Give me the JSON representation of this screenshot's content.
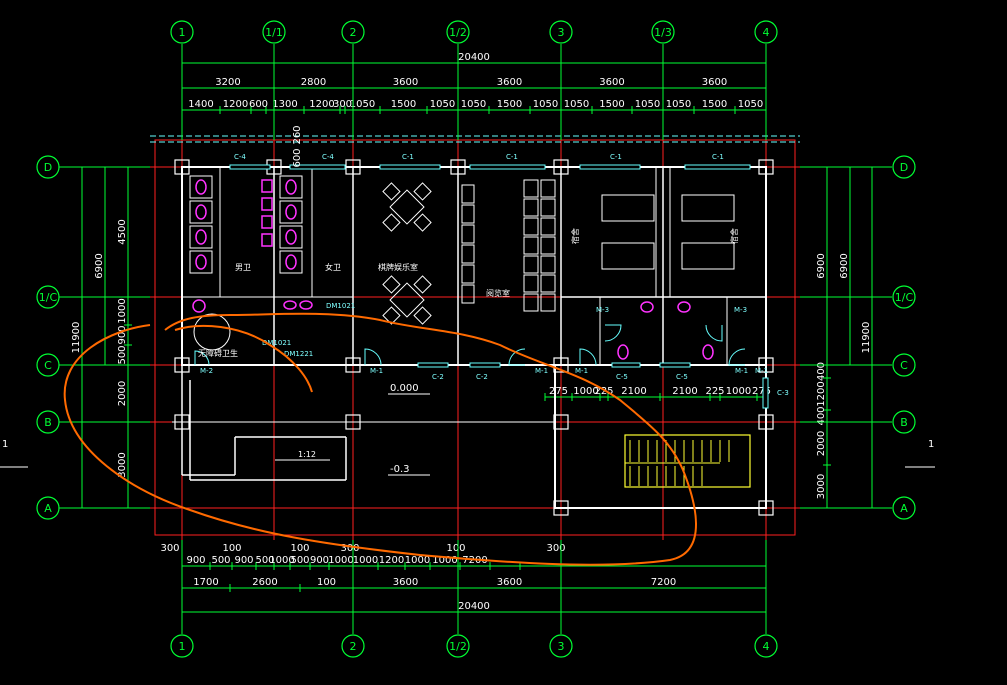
{
  "axes": {
    "top": [
      "1",
      "1/1",
      "2",
      "1/2",
      "3",
      "1/3",
      "4"
    ],
    "bottom": [
      "1",
      "2",
      "1/2",
      "3",
      "4"
    ],
    "sides": [
      "D",
      "1/C",
      "C",
      "B",
      "A"
    ]
  },
  "section_mark": "1",
  "top_dims": {
    "total": "20400",
    "row1": [
      "3200",
      "2800",
      "3600",
      "3600",
      "3600",
      "3600"
    ],
    "row2": [
      "1400",
      "1200",
      "600",
      "1300",
      "1200",
      "300",
      "1050",
      "1500",
      "1050",
      "1050",
      "1500",
      "1050",
      "1050",
      "1500",
      "1050",
      "1050",
      "1500",
      "1050"
    ]
  },
  "bottom_dims": {
    "total": "20400",
    "row_a": [
      "300",
      "100",
      "100",
      "300",
      "100",
      "300"
    ],
    "row_b": [
      "900",
      "500",
      "900",
      "500",
      "1000",
      "500",
      "900",
      "1000",
      "1000",
      "1200",
      "1000",
      "1000",
      "7200"
    ],
    "row_c": [
      "1700",
      "2600",
      "100",
      "3600",
      "3600",
      "7200"
    ]
  },
  "left_dims": {
    "outer": [
      "6900",
      "11900"
    ],
    "inner": [
      "4500",
      "1000",
      "900",
      "500",
      "2000",
      "3000"
    ]
  },
  "right_dims": {
    "outer": [
      "6900",
      "11900"
    ],
    "inner": [
      "6900",
      "400",
      "1200",
      "400",
      "2000",
      "3000"
    ]
  },
  "rooms": {
    "male_wc": "男卫",
    "female_wc": "女卫",
    "chess_room": "棋牌娱乐室",
    "reading_room": "阅览室",
    "dorm_left": "宿舍",
    "dorm_right": "宿舍",
    "cleaning": "无障碍卫生",
    "dim_260": "260",
    "dim_600": "600"
  },
  "door_labels": [
    "DM1021",
    "DM1221",
    "DM1021",
    "M-2",
    "M-1",
    "M-1",
    "M-1",
    "M-3",
    "M-3",
    "M-1",
    "M-1"
  ],
  "window_labels": [
    "C-4",
    "C-4",
    "C-1",
    "C-1",
    "C-1",
    "C-1",
    "C-2",
    "C-2",
    "C-5",
    "C-5",
    "C-3"
  ],
  "mid_dims": [
    "275",
    "1000",
    "225",
    "2100",
    "2100",
    "225",
    "1000",
    "275"
  ],
  "levels": [
    "0.000",
    "-0.3"
  ],
  "ramp": "1:12",
  "colors": {
    "axis": "#00ff33",
    "grid_red": "#ff2020",
    "wall": "#ffffff",
    "fixture": "#ff33ff",
    "stair": "#ffff33",
    "window": "#66ffff",
    "annotation": "#ff6a00"
  }
}
